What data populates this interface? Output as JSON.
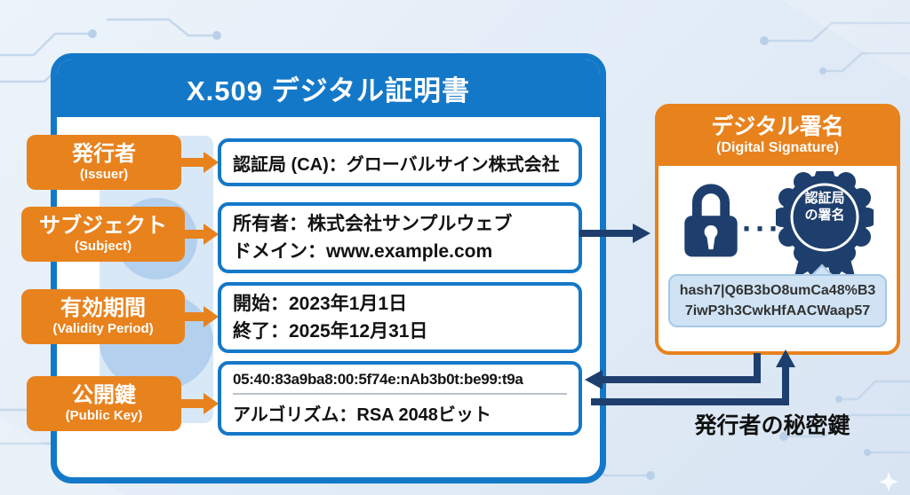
{
  "colors": {
    "certificate_blue": "#1478c8",
    "accent_orange": "#e8821d",
    "navy": "#1e3f6d",
    "background_light_blue": "#e2ecf7",
    "hash_bubble_blue": "#cfe3f4"
  },
  "certificate": {
    "title": "X.509 デジタル証明書",
    "fields": [
      {
        "label": "発行者",
        "label_en": "(Issuer)",
        "lines": [
          "認証局 (CA)：グローバルサイン株式会社"
        ]
      },
      {
        "label": "サブジェクト",
        "label_en": "(Subject)",
        "lines": [
          "所有者：株式会社サンプルウェブ",
          "ドメイン：www.example.com"
        ]
      },
      {
        "label": "有効期間",
        "label_en": "(Validity Period)",
        "lines": [
          "開始：2023年1月1日",
          "終了：2025年12月31日"
        ]
      },
      {
        "label": "公開鍵",
        "label_en": "(Public Key)",
        "lines": [
          "05:40:83a9ba8:00:5f74e:nAb3b0t:be99:t9a",
          "アルゴリズム：RSA 2048ビット"
        ]
      }
    ]
  },
  "signature": {
    "title": "デジタル署名",
    "subtitle": "(Digital Signature)",
    "ellipsis": "···",
    "badge_line1": "認証局",
    "badge_line2": "の署名",
    "hash_lines": [
      "hash7|Q6B3bO8umCa48%B3",
      "7iwP3h3CwkHfAACWaap57"
    ]
  },
  "private_key_label": "発行者の秘密鍵"
}
